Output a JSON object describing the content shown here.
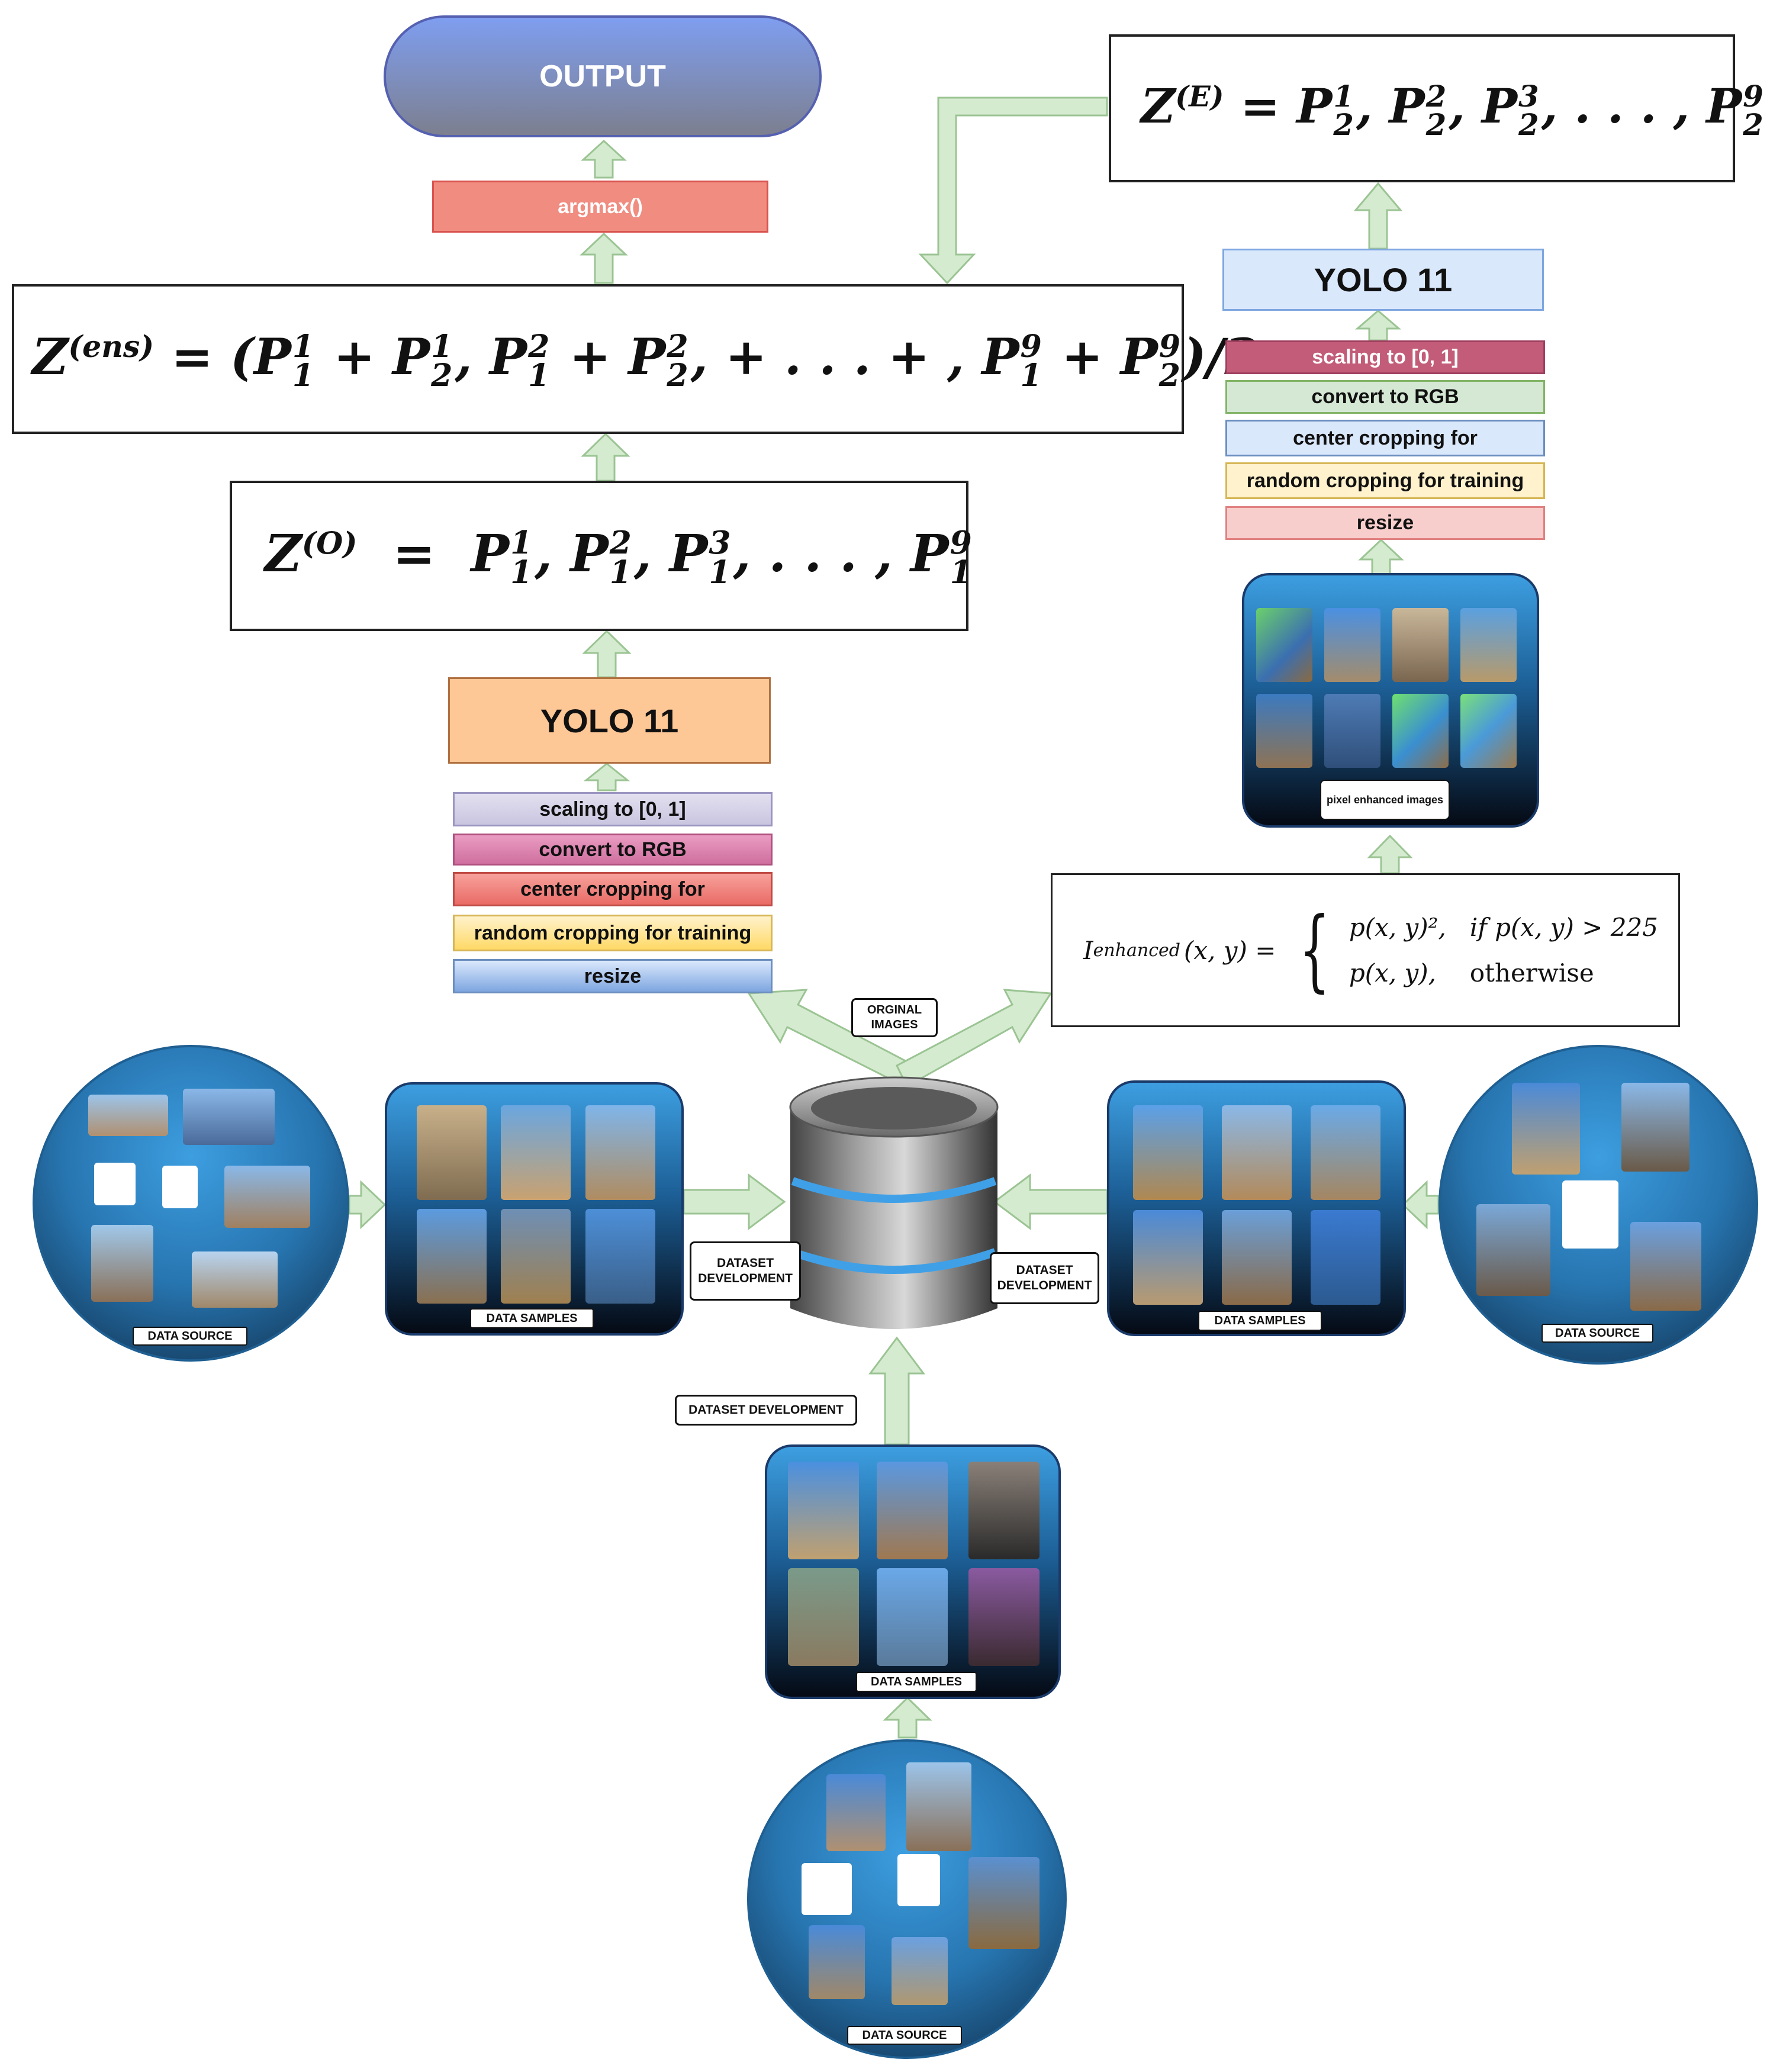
{
  "output_label": "OUTPUT",
  "argmax_label": "argmax()",
  "formula_e": {
    "lhs": "Z",
    "sup": "(E)",
    "terms": [
      {
        "p": "P",
        "sup": "1",
        "sub": "2"
      },
      {
        "p": "P",
        "sup": "2",
        "sub": "2"
      },
      {
        "p": "P",
        "sup": "3",
        "sub": "2"
      },
      {
        "p": "P",
        "sup": "9",
        "sub": "2"
      }
    ]
  },
  "formula_ens_text": "Z(ens) = (P11 + P12, P21 + P22, + . . . + , P91 + P92)/2",
  "formula_o": {
    "lhs": "Z",
    "sup": "(O)"
  },
  "yolo_left": "YOLO 11",
  "yolo_right": "YOLO 11",
  "left_steps": [
    "scaling to [0, 1]",
    "convert to RGB",
    "center cropping for",
    "random cropping for training",
    "resize"
  ],
  "right_steps": [
    "scaling to [0, 1]",
    "convert to RGB",
    "center cropping for",
    "random cropping for training",
    "resize"
  ],
  "pixel_enhanced_label": "pixel enhanced images",
  "enhance_formula": {
    "lhs": "I",
    "lhs_sub": "enhanced",
    "args": "(x, y) =",
    "case1_expr": "p(x, y)²,",
    "case1_cond": "if p(x, y) > 225",
    "case2_expr": "p(x, y),",
    "case2_cond": "otherwise"
  },
  "orginal_images_label": "ORGINAL IMAGES",
  "dataset_dev_left": "DATASET DEVELOPMENT",
  "dataset_dev_right": "DATASET DEVELOPMENT",
  "dataset_dev_bottom": "DATASET  DEVELOPMENT",
  "data_samples_label": "DATA SAMPLES",
  "data_source_label": "DATA SOURCE",
  "colors": {
    "arrow": "#d5ebd0",
    "arrow_edge": "#9bc493",
    "yolo_left_bg": "#fdc796",
    "yolo_right_bg": "#dae8fc",
    "argmax_bg": "#f08c80"
  }
}
